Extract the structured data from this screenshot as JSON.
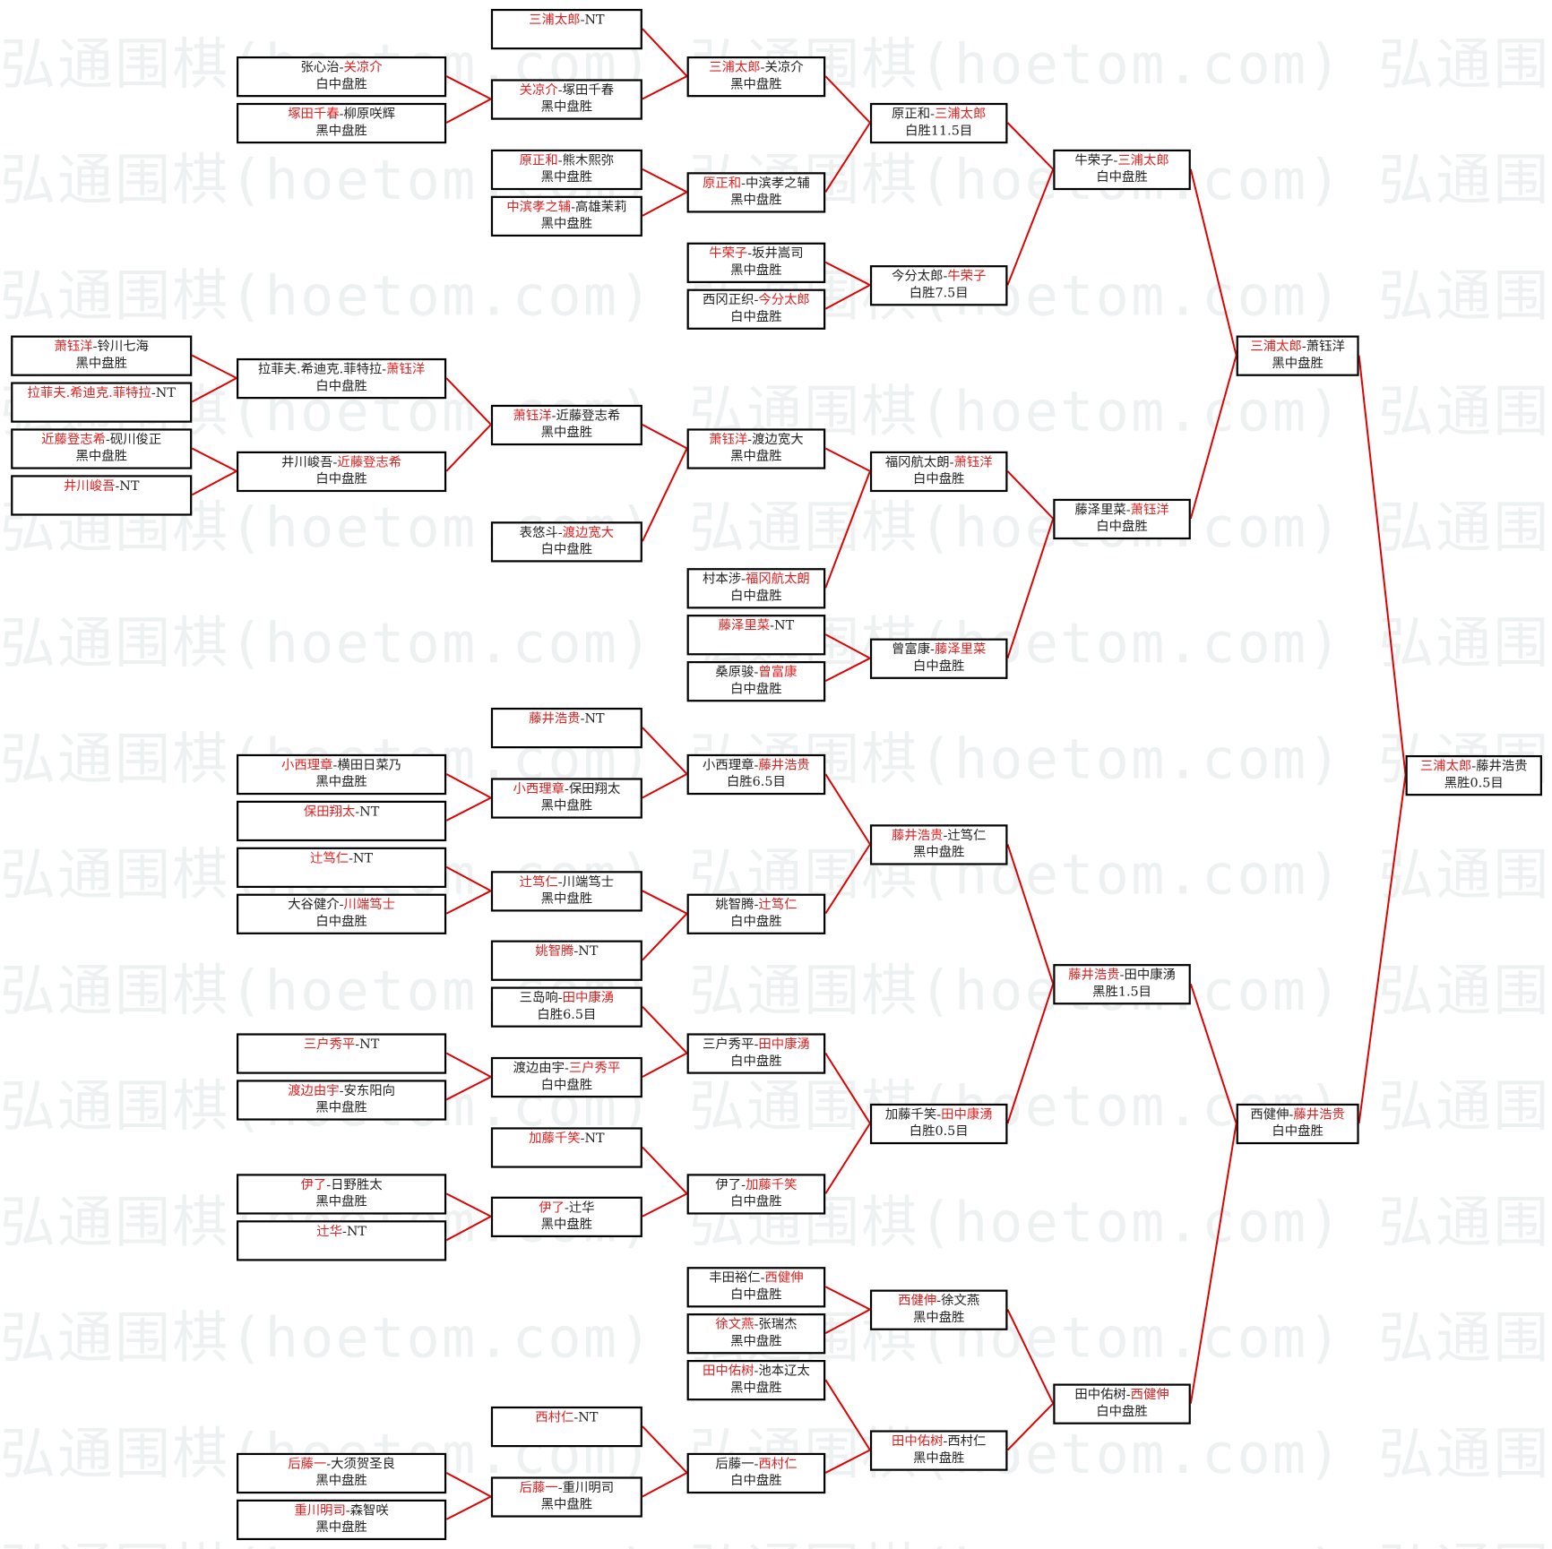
{
  "watermark": "弘通围棋(hoetom.com)",
  "separator": "-",
  "colors": {
    "winner": "#e02020",
    "line": "#e00000",
    "border": "#000000"
  },
  "matches": [
    {
      "p1": "三浦太郎",
      "p2": "NT",
      "winner": 1,
      "result": ""
    },
    {
      "p1": "张心治",
      "p2": "关凉介",
      "winner": 2,
      "result": "白中盘胜"
    },
    {
      "p1": "塚田千春",
      "p2": "柳原咲辉",
      "winner": 1,
      "result": "黑中盘胜"
    },
    {
      "p1": "关凉介",
      "p2": "塚田千春",
      "winner": 1,
      "result": "黑中盘胜"
    },
    {
      "p1": "原正和",
      "p2": "熊木熙弥",
      "winner": 1,
      "result": "黑中盘胜"
    },
    {
      "p1": "中滨孝之辅",
      "p2": "高雄茉莉",
      "winner": 1,
      "result": "黑中盘胜"
    },
    {
      "p1": "三浦太郎",
      "p2": "关凉介",
      "winner": 1,
      "result": "黑中盘胜"
    },
    {
      "p1": "原正和",
      "p2": "中滨孝之辅",
      "winner": 1,
      "result": "黑中盘胜"
    },
    {
      "p1": "牛荣子",
      "p2": "坂井嵩司",
      "winner": 1,
      "result": "黑中盘胜"
    },
    {
      "p1": "西冈正织",
      "p2": "今分太郎",
      "winner": 2,
      "result": "白中盘胜"
    },
    {
      "p1": "原正和",
      "p2": "三浦太郎",
      "winner": 2,
      "result": "白胜11.5目"
    },
    {
      "p1": "今分太郎",
      "p2": "牛荣子",
      "winner": 2,
      "result": "白胜7.5目"
    },
    {
      "p1": "牛荣子",
      "p2": "三浦太郎",
      "winner": 2,
      "result": "白中盘胜"
    },
    {
      "p1": "萧钰洋",
      "p2": "铃川七海",
      "winner": 1,
      "result": "黑中盘胜"
    },
    {
      "p1": "拉菲夫.希迪克.菲特拉",
      "p2": "NT",
      "winner": 1,
      "result": ""
    },
    {
      "p1": "近藤登志希",
      "p2": "砚川俊正",
      "winner": 1,
      "result": "黑中盘胜"
    },
    {
      "p1": "井川峻吾",
      "p2": "NT",
      "winner": 1,
      "result": ""
    },
    {
      "p1": "拉菲夫.希迪克.菲特拉",
      "p2": "萧钰洋",
      "winner": 2,
      "result": "白中盘胜"
    },
    {
      "p1": "井川峻吾",
      "p2": "近藤登志希",
      "winner": 2,
      "result": "白中盘胜"
    },
    {
      "p1": "萧钰洋",
      "p2": "近藤登志希",
      "winner": 1,
      "result": "黑中盘胜"
    },
    {
      "p1": "表悠斗",
      "p2": "渡边宽大",
      "winner": 2,
      "result": "白中盘胜"
    },
    {
      "p1": "萧钰洋",
      "p2": "渡边宽大",
      "winner": 1,
      "result": "黑中盘胜"
    },
    {
      "p1": "村本涉",
      "p2": "福冈航太朗",
      "winner": 2,
      "result": "白中盘胜"
    },
    {
      "p1": "藤泽里菜",
      "p2": "NT",
      "winner": 1,
      "result": ""
    },
    {
      "p1": "桑原骏",
      "p2": "曾富康",
      "winner": 2,
      "result": "白中盘胜"
    },
    {
      "p1": "福冈航太朗",
      "p2": "萧钰洋",
      "winner": 2,
      "result": "白中盘胜"
    },
    {
      "p1": "曾富康",
      "p2": "藤泽里菜",
      "winner": 2,
      "result": "白中盘胜"
    },
    {
      "p1": "藤泽里菜",
      "p2": "萧钰洋",
      "winner": 2,
      "result": "白中盘胜"
    },
    {
      "p1": "三浦太郎",
      "p2": "萧钰洋",
      "winner": 1,
      "result": "黑中盘胜"
    },
    {
      "p1": "三浦太郎",
      "p2": "藤井浩贵",
      "winner": 1,
      "result": "黑胜0.5目"
    },
    {
      "p1": "藤井浩贵",
      "p2": "NT",
      "winner": 1,
      "result": ""
    },
    {
      "p1": "小西理章",
      "p2": "横田日菜乃",
      "winner": 1,
      "result": "黑中盘胜"
    },
    {
      "p1": "保田翔太",
      "p2": "NT",
      "winner": 1,
      "result": ""
    },
    {
      "p1": "小西理章",
      "p2": "保田翔太",
      "winner": 1,
      "result": "黑中盘胜"
    },
    {
      "p1": "小西理章",
      "p2": "藤井浩贵",
      "winner": 2,
      "result": "白胜6.5目"
    },
    {
      "p1": "辻笃仁",
      "p2": "NT",
      "winner": 1,
      "result": ""
    },
    {
      "p1": "大谷健介",
      "p2": "川端笃士",
      "winner": 2,
      "result": "白中盘胜"
    },
    {
      "p1": "辻笃仁",
      "p2": "川端笃士",
      "winner": 1,
      "result": "黑中盘胜"
    },
    {
      "p1": "姚智腾",
      "p2": "NT",
      "winner": 1,
      "result": ""
    },
    {
      "p1": "姚智腾",
      "p2": "辻笃仁",
      "winner": 2,
      "result": "白中盘胜"
    },
    {
      "p1": "藤井浩贵",
      "p2": "辻笃仁",
      "winner": 1,
      "result": "黑中盘胜"
    },
    {
      "p1": "三岛响",
      "p2": "田中康湧",
      "winner": 2,
      "result": "白胜6.5目"
    },
    {
      "p1": "三户秀平",
      "p2": "NT",
      "winner": 1,
      "result": ""
    },
    {
      "p1": "渡边由宇",
      "p2": "安东阳向",
      "winner": 1,
      "result": "黑中盘胜"
    },
    {
      "p1": "渡边由宇",
      "p2": "三户秀平",
      "winner": 2,
      "result": "白中盘胜"
    },
    {
      "p1": "三户秀平",
      "p2": "田中康湧",
      "winner": 2,
      "result": "白中盘胜"
    },
    {
      "p1": "加藤千笑",
      "p2": "NT",
      "winner": 1,
      "result": ""
    },
    {
      "p1": "伊了",
      "p2": "日野胜太",
      "winner": 1,
      "result": "黑中盘胜"
    },
    {
      "p1": "辻华",
      "p2": "NT",
      "winner": 1,
      "result": ""
    },
    {
      "p1": "伊了",
      "p2": "辻华",
      "winner": 1,
      "result": "黑中盘胜"
    },
    {
      "p1": "伊了",
      "p2": "加藤千笑",
      "winner": 2,
      "result": "白中盘胜"
    },
    {
      "p1": "加藤千笑",
      "p2": "田中康湧",
      "winner": 2,
      "result": "白胜0.5目"
    },
    {
      "p1": "藤井浩贵",
      "p2": "田中康湧",
      "winner": 1,
      "result": "黑胜1.5目"
    },
    {
      "p1": "丰田裕仁",
      "p2": "西健伸",
      "winner": 2,
      "result": "白中盘胜"
    },
    {
      "p1": "徐文燕",
      "p2": "张瑞杰",
      "winner": 1,
      "result": "黑中盘胜"
    },
    {
      "p1": "田中佑树",
      "p2": "池本辽太",
      "winner": 1,
      "result": "黑中盘胜"
    },
    {
      "p1": "西健伸",
      "p2": "徐文燕",
      "winner": 1,
      "result": "黑中盘胜"
    },
    {
      "p1": "西村仁",
      "p2": "NT",
      "winner": 1,
      "result": ""
    },
    {
      "p1": "后藤一",
      "p2": "大须贺圣良",
      "winner": 1,
      "result": "黑中盘胜"
    },
    {
      "p1": "重川明司",
      "p2": "森智咲",
      "winner": 1,
      "result": "黑中盘胜"
    },
    {
      "p1": "后藤一",
      "p2": "重川明司",
      "winner": 1,
      "result": "黑中盘胜"
    },
    {
      "p1": "后藤一",
      "p2": "西村仁",
      "winner": 2,
      "result": "白中盘胜"
    },
    {
      "p1": "田中佑树",
      "p2": "西村仁",
      "winner": 1,
      "result": "黑中盘胜"
    },
    {
      "p1": "田中佑树",
      "p2": "西健伸",
      "winner": 2,
      "result": "白中盘胜"
    },
    {
      "p1": "西健伸",
      "p2": "藤井浩贵",
      "winner": 2,
      "result": "白中盘胜"
    }
  ]
}
